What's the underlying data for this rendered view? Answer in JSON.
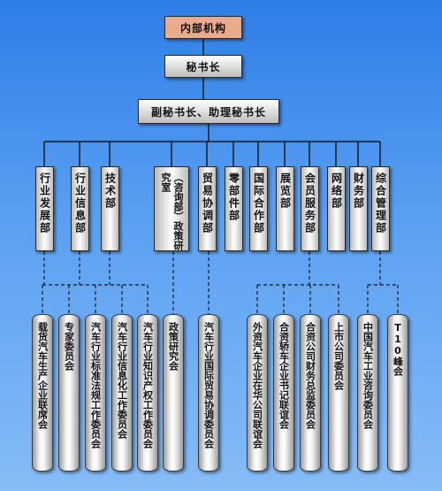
{
  "colors": {
    "top_box": "#e9ab8a",
    "background_top": "#2f7ee8",
    "background_bottom": "#86bcf7",
    "line": "#1a1a1a"
  },
  "chart": {
    "root": "内部机构",
    "secretary_general": "秘书长",
    "deputies": "副秘书长、助理秘书长",
    "departments": [
      "行业发展部",
      "行业信息部",
      "技术部",
      "（咨询部）政策研究室",
      "贸易协调部",
      "零部件部",
      "国际合作部",
      "展览部",
      "会员服务部",
      "网络部",
      "财务部",
      "综合管理部"
    ],
    "committees": [
      "载货汽车生产企业联席会",
      "专家委员会",
      "汽车行业标准法规工作委员会",
      "汽车行业信息化工作委员会",
      "汽车行业知识产权工作委员会",
      "政策研究会",
      "汽车行业国际贸易协调委员会",
      "外资汽车企业在华公司联谊会",
      "合资轿车企业书记联谊会",
      "合资公司财务总监委员会",
      "上市公司委员会",
      "中国汽车工业咨询委员会",
      "T10峰会"
    ]
  }
}
